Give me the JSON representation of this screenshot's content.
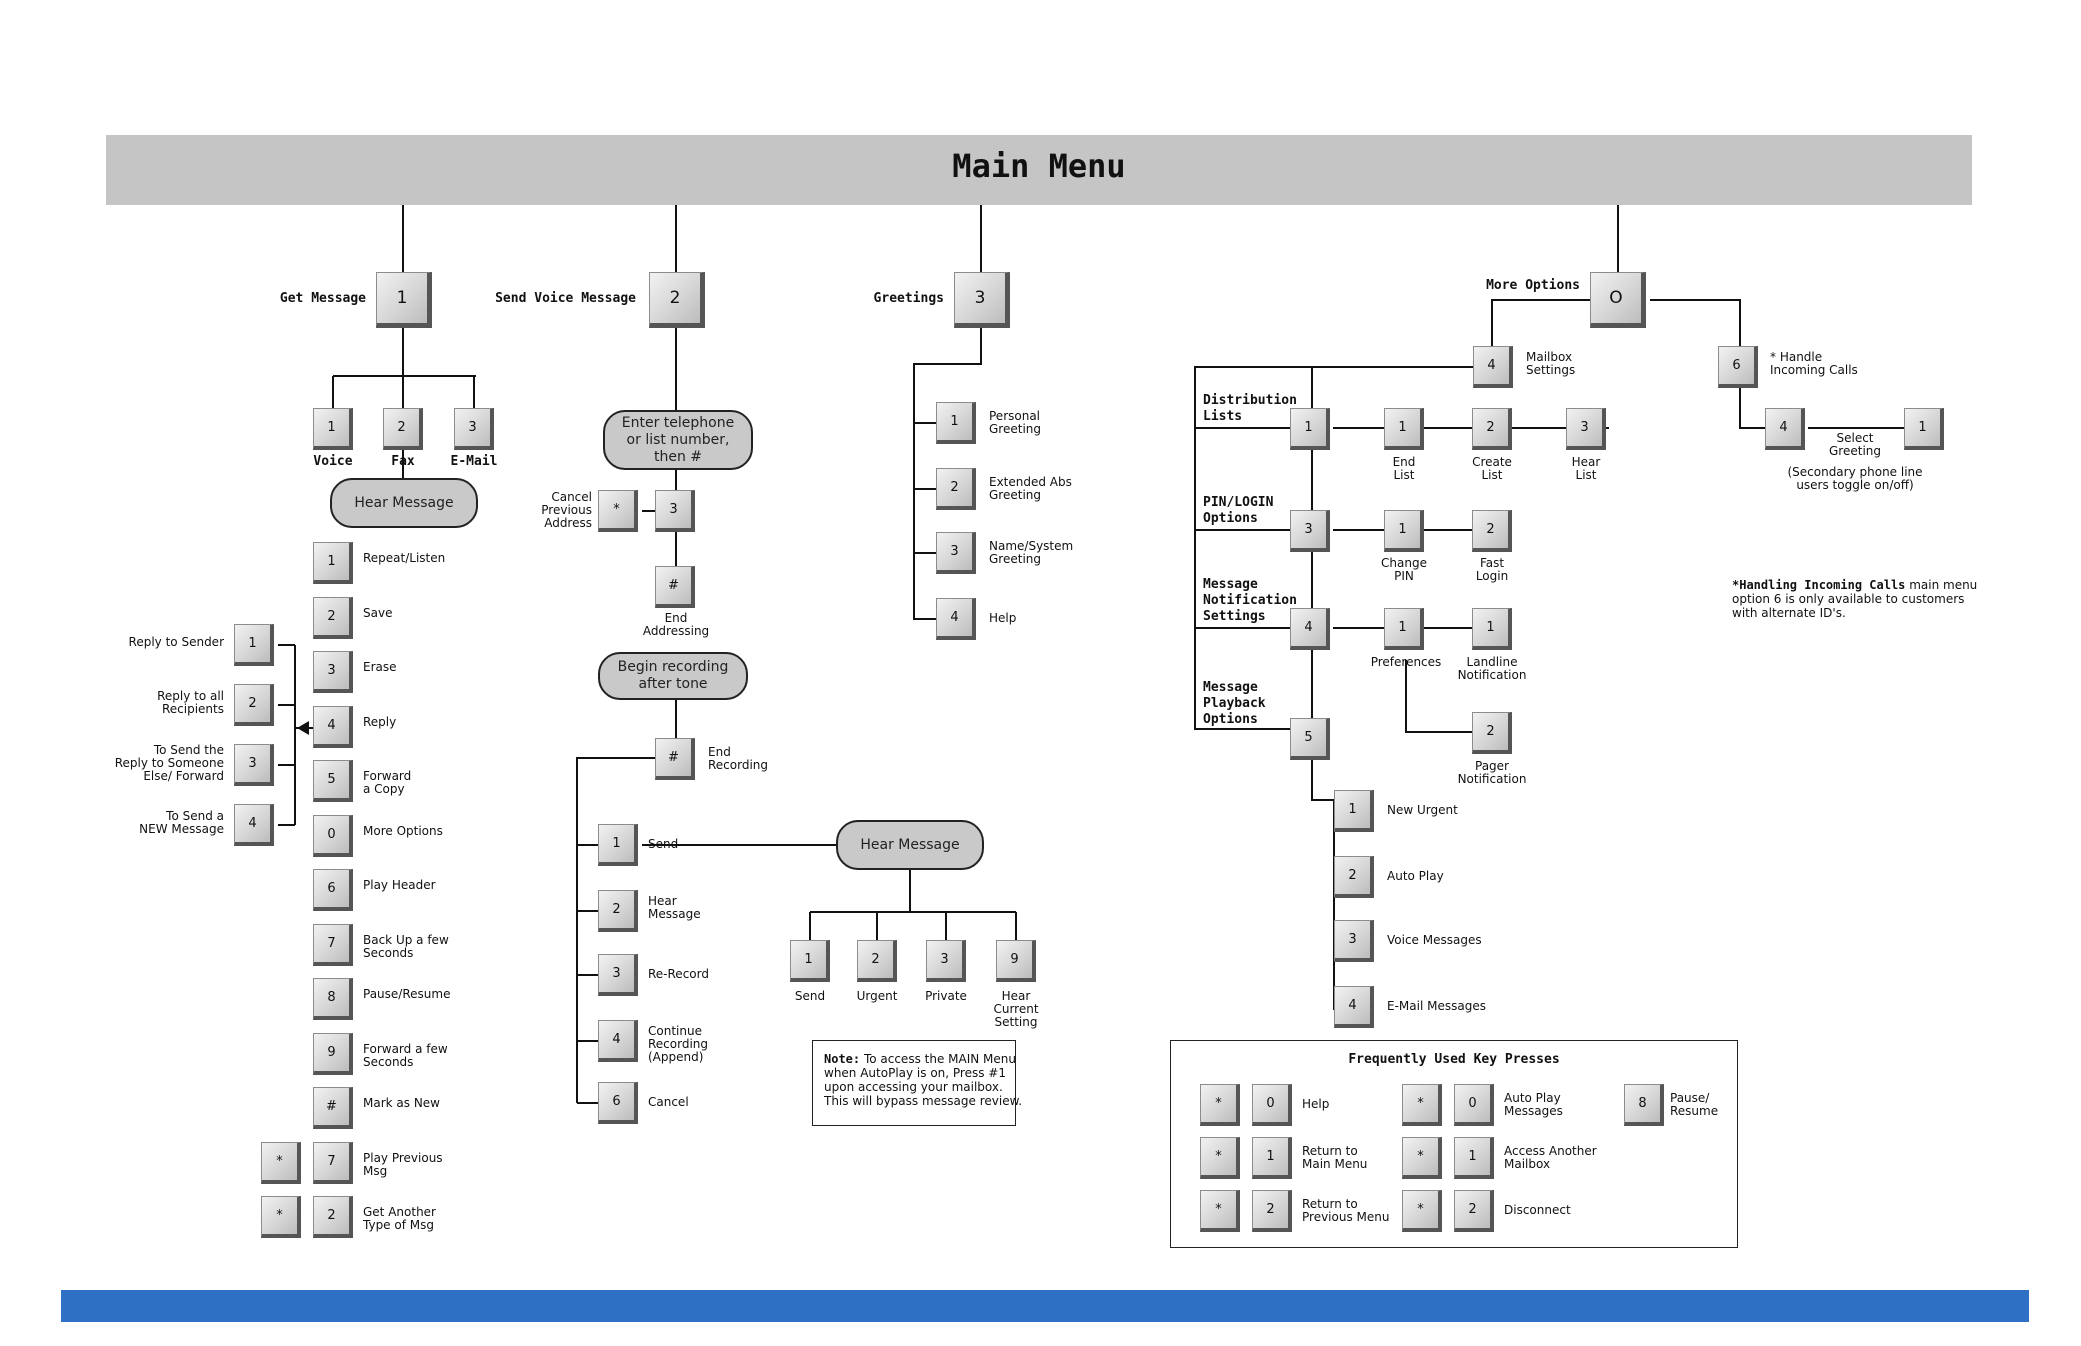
{
  "title": "Main Menu",
  "headers": {
    "get_message": "Get Message",
    "send_voice_message": "Send Voice Message",
    "greetings": "Greetings",
    "more_options": "More Options",
    "distribution_lists": "Distribution\nLists",
    "pin_login_options": "PIN/LOGIN\nOptions",
    "message_notification_settings": "Message\nNotification\nSettings",
    "message_playback_options": "Message\nPlayback\nOptions",
    "frequently_used": "Frequently Used Key Presses"
  },
  "main_keys": {
    "get_message": "1",
    "send_voice_message": "2",
    "greetings": "3",
    "more_options": "O"
  },
  "get_message": {
    "types": [
      {
        "key": "1",
        "label": "Voice"
      },
      {
        "key": "2",
        "label": "Fax"
      },
      {
        "key": "3",
        "label": "E-Mail"
      }
    ],
    "hear_message": "Hear Message",
    "options": [
      {
        "key": "1",
        "label": "Repeat/Listen"
      },
      {
        "key": "2",
        "label": "Save"
      },
      {
        "key": "3",
        "label": "Erase"
      },
      {
        "key": "4",
        "label": "Reply"
      },
      {
        "key": "5",
        "label": "Forward\na Copy"
      },
      {
        "key": "0",
        "label": "More Options"
      },
      {
        "key": "6",
        "label": "Play Header"
      },
      {
        "key": "7",
        "label": "Back Up a few\nSeconds"
      },
      {
        "key": "8",
        "label": "Pause/Resume"
      },
      {
        "key": "9",
        "label": "Forward a few\nSeconds"
      },
      {
        "key": "#",
        "label": "Mark as New"
      },
      {
        "key": "7",
        "label": "Play Previous\nMsg",
        "prefix": "*"
      },
      {
        "key": "2",
        "label": "Get Another\nType of Msg",
        "prefix": "*"
      }
    ],
    "reply_options": [
      {
        "key": "1",
        "label": "Reply to Sender"
      },
      {
        "key": "2",
        "label": "Reply to all\nRecipients"
      },
      {
        "key": "3",
        "label": "To Send the\nReply to Someone\nElse/ Forward"
      },
      {
        "key": "4",
        "label": "To Send a\nNEW Message"
      }
    ]
  },
  "send_voice_message": {
    "enter_number": "Enter telephone\nor list number,\nthen #",
    "cancel_key": "*",
    "cancel_label": "Cancel\nPrevious\nAddress",
    "key_3": "3",
    "end_addressing_key": "#",
    "end_addressing_label": "End\nAddressing",
    "begin_recording": "Begin recording\nafter tone",
    "end_recording_key": "#",
    "end_recording_label": "End\nRecording",
    "after_options": [
      {
        "key": "1",
        "label": "Send"
      },
      {
        "key": "2",
        "label": "Hear\nMessage"
      },
      {
        "key": "3",
        "label": "Re-Record"
      },
      {
        "key": "4",
        "label": "Continue\nRecording\n(Append)"
      },
      {
        "key": "6",
        "label": "Cancel"
      }
    ],
    "hear_message": "Hear Message",
    "send_options": [
      {
        "key": "1",
        "label": "Send"
      },
      {
        "key": "2",
        "label": "Urgent"
      },
      {
        "key": "3",
        "label": "Private"
      },
      {
        "key": "9",
        "label": "Hear\nCurrent\nSetting"
      }
    ],
    "note_bold": "Note:",
    "note_text": " To access the MAIN Menu\nwhen AutoPlay is on, Press #1\nupon accessing your mailbox.\nThis will bypass message review."
  },
  "greetings": {
    "options": [
      {
        "key": "1",
        "label": "Personal\nGreeting"
      },
      {
        "key": "2",
        "label": "Extended Abs\nGreeting"
      },
      {
        "key": "3",
        "label": "Name/System\nGreeting"
      },
      {
        "key": "4",
        "label": "Help"
      }
    ]
  },
  "more_options": {
    "mailbox_key": "4",
    "mailbox_label": "Mailbox\nSettings",
    "handle_key": "6",
    "handle_label": "* Handle\nIncoming Calls",
    "handle_sub": [
      {
        "key": "4",
        "label": "Select\nGreeting"
      },
      {
        "key": "1",
        "label": ""
      }
    ],
    "handle_note": "(Secondary phone line\nusers toggle on/off)",
    "distribution": {
      "key": "1",
      "subs": [
        {
          "key": "1",
          "label": "End\nList"
        },
        {
          "key": "2",
          "label": "Create\nList"
        },
        {
          "key": "3",
          "label": "Hear\nList"
        }
      ]
    },
    "pin": {
      "key": "3",
      "subs": [
        {
          "key": "1",
          "label": "Change\nPIN"
        },
        {
          "key": "2",
          "label": "Fast\nLogin"
        }
      ]
    },
    "notification": {
      "key": "4",
      "subs": [
        {
          "key": "1",
          "label": "Preferences"
        },
        {
          "key": "1",
          "label": "Landline\nNotification"
        },
        {
          "key": "2",
          "label": "Pager\nNotification"
        }
      ]
    },
    "playback": {
      "key": "5",
      "subs": [
        {
          "key": "1",
          "label": "New Urgent"
        },
        {
          "key": "2",
          "label": "Auto Play"
        },
        {
          "key": "3",
          "label": "Voice Messages"
        },
        {
          "key": "4",
          "label": "E-Mail Messages"
        }
      ]
    },
    "incoming_note_bold": "*Handling Incoming Calls",
    "incoming_note_text": " main menu\noption 6 is only available to customers\nwith alternate ID's."
  },
  "frequent": [
    {
      "keys": [
        "*",
        "0"
      ],
      "label": "Help"
    },
    {
      "keys": [
        "*",
        "1"
      ],
      "label": "Return to\nMain Menu"
    },
    {
      "keys": [
        "*",
        "2"
      ],
      "label": "Return to\nPrevious Menu"
    },
    {
      "keys": [
        "*",
        "0"
      ],
      "label": "Auto Play\nMessages"
    },
    {
      "keys": [
        "*",
        "1"
      ],
      "label": "Access Another\nMailbox"
    },
    {
      "keys": [
        "*",
        "2"
      ],
      "label": "Disconnect"
    },
    {
      "keys": [
        "8"
      ],
      "label": "Pause/\nResume"
    }
  ],
  "colors": {
    "banner": "#c5c5c5",
    "bottom_bar": "#2e70c3",
    "key_face": "#d6d6d6",
    "pill": "#c9c9c9"
  }
}
